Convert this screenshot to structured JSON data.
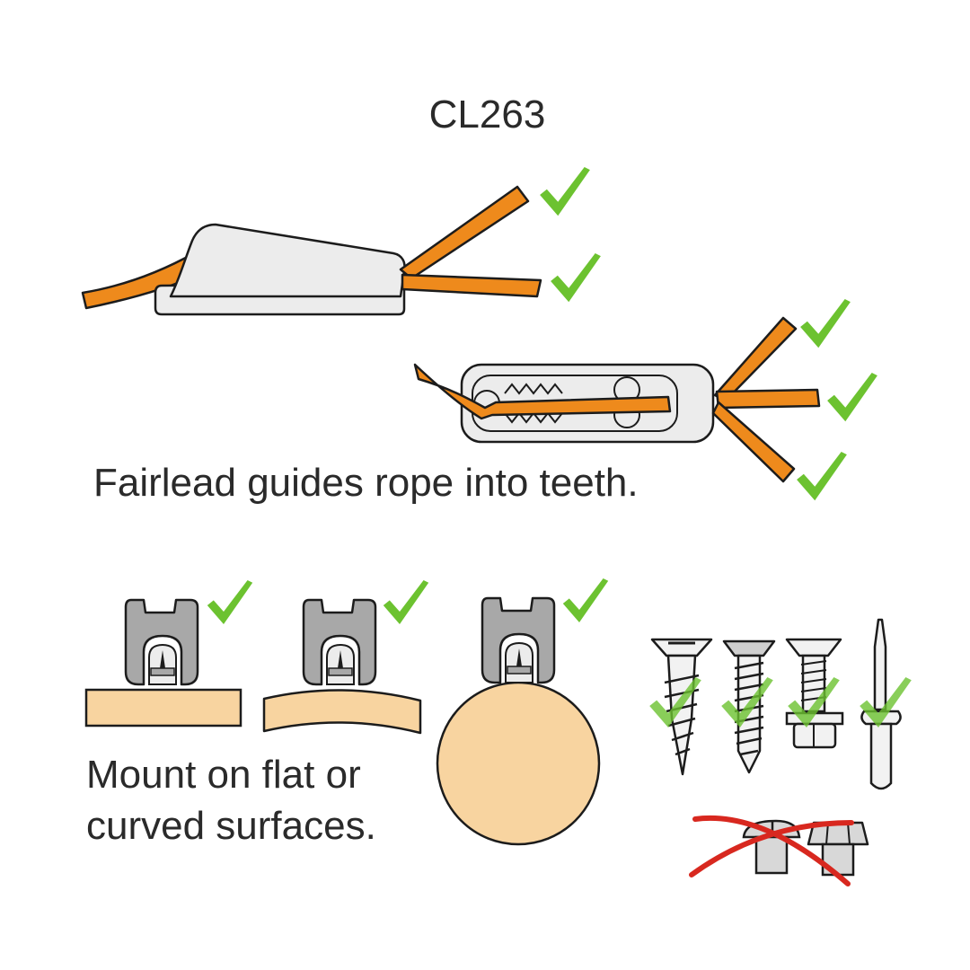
{
  "title": "CL263",
  "captions": {
    "fairlead": "Fairlead guides rope into teeth.",
    "mount_line1": "Mount on flat or",
    "mount_line2": "curved surfaces."
  },
  "colors": {
    "rope": "#ee8a1c",
    "check": "#6cc230",
    "cleat_fill": "#ececec",
    "cleat_dark": "#a8a8a8",
    "wood": "#f8d4a0",
    "cross": "#d8281f",
    "outline": "#1c1c1c"
  },
  "icons": {
    "approved_marks": "check-icon",
    "rejected_marks": "cross-icon"
  },
  "diagram": {
    "side_view_rope_positions_ok": 2,
    "top_view_rope_angles_ok": 3,
    "mount_surfaces": [
      "flat",
      "curved",
      "round"
    ],
    "fasteners_ok": [
      "countersunk-wood-screw",
      "countersunk-self-tapping-screw",
      "countersunk-bolt-with-nut",
      "pop-rivet"
    ],
    "fasteners_not_ok": [
      "pan-head-screw",
      "hex-bolt"
    ]
  }
}
